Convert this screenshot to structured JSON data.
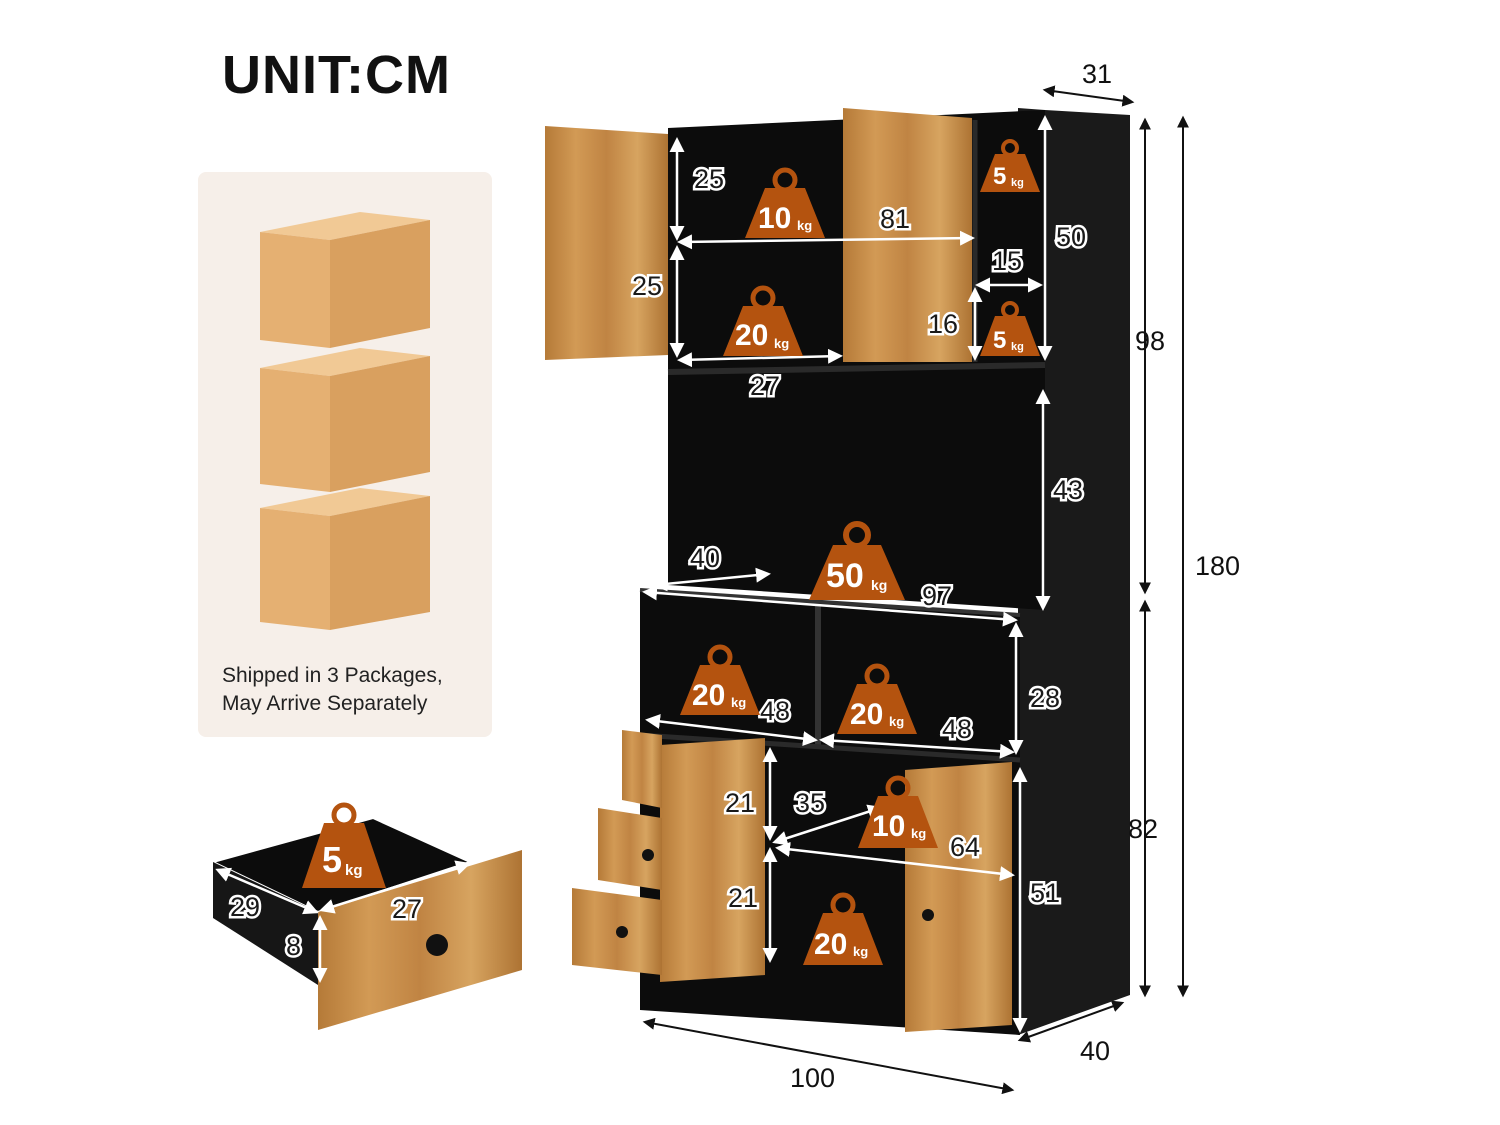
{
  "unit_label": "UNIT:CM",
  "packages": {
    "line1": "Shipped in 3 Packages,",
    "line2": "May Arrive Separately"
  },
  "dimensions": {
    "depth_top": "31",
    "top_height": "98",
    "total_height": "180",
    "bottom_height": "82",
    "base_width": "100",
    "base_depth": "40",
    "upper_cabinet_height": "25",
    "upper_cabinet_height_2": "25",
    "upper_cabinet_width": "81",
    "upper_shelf_width": "27",
    "side_top_height": "50",
    "side_shelf_width": "15",
    "side_compartment_height": "16",
    "open_area_height": "43",
    "countertop_depth": "40",
    "countertop_width": "97",
    "cubby_width_left": "48",
    "cubby_width_right": "48",
    "cubby_height": "28",
    "cabinet_shelf_height_top": "21",
    "cabinet_shelf_height_bottom": "21",
    "cabinet_shelf_depth": "35",
    "cabinet_shelf_width": "64",
    "lower_cabinet_height": "51",
    "drawer_depth": "29",
    "drawer_width": "27",
    "drawer_height": "8"
  },
  "weights": {
    "unit": "kg",
    "upper_left_top": "10",
    "upper_left_bottom": "20",
    "side_top": "5",
    "side_bottom": "5",
    "countertop": "50",
    "cubby_left": "20",
    "cubby_right": "20",
    "cabinet_top": "10",
    "cabinet_bottom": "20",
    "drawer": "5"
  },
  "colors": {
    "cabinet_black": "#0c0c0c",
    "wood": "#c48a45",
    "weight_orange": "#b4530f",
    "box_cardboard": "#e8b67a"
  }
}
